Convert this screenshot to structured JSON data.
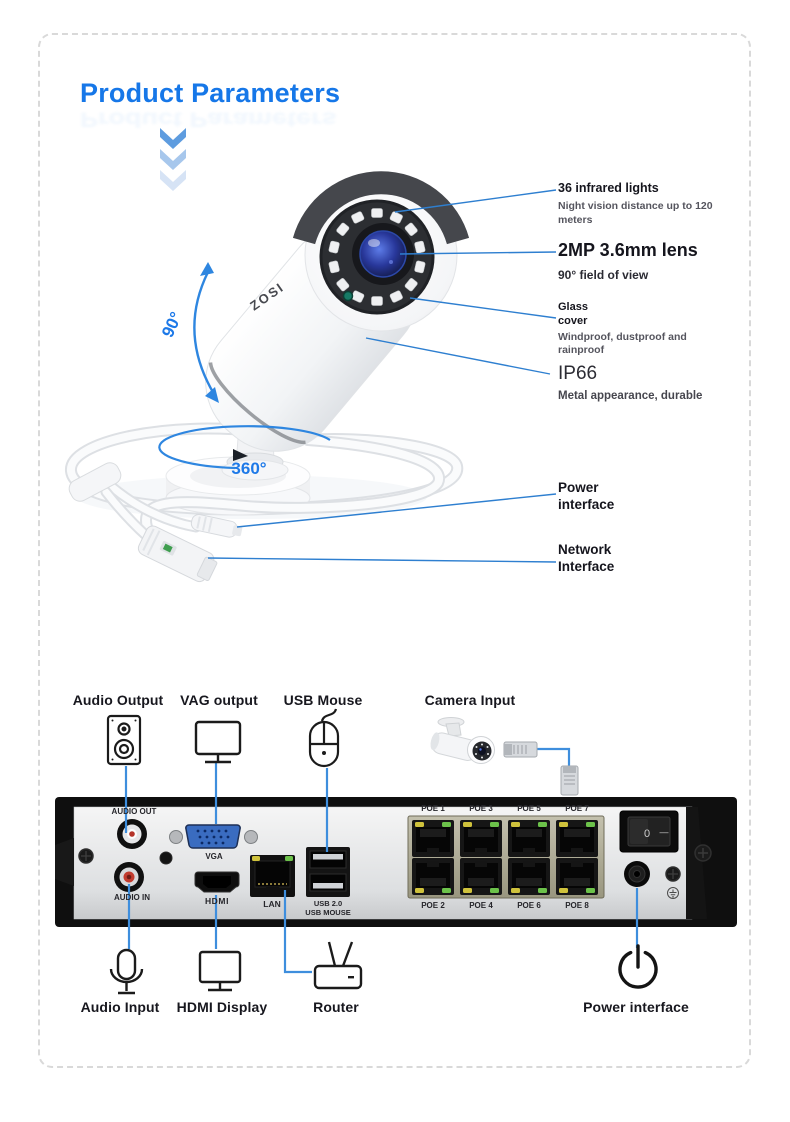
{
  "title": "Product Parameters",
  "camera": {
    "brand": "ZOSI",
    "tilt_angle": "90°",
    "pan_angle": "360°",
    "callouts": {
      "ir": {
        "title": "36 infrared lights",
        "desc": "Night vision distance up to 120 meters"
      },
      "lens": {
        "title": "2MP 3.6mm lens",
        "desc": "90°  field of view"
      },
      "glass": {
        "title": "Glass cover",
        "desc": "Windproof, dustproof and rainproof"
      },
      "ip66": {
        "title": "IP66",
        "desc": "Metal appearance, durable"
      },
      "power": {
        "title": "Power interface"
      },
      "network": {
        "title": "Network Interface"
      }
    }
  },
  "nvr": {
    "top_labels": {
      "audio_output": "Audio Output",
      "vag_output": "VAG output",
      "usb_mouse": "USB Mouse",
      "camera_input": "Camera Input"
    },
    "bottom_labels": {
      "audio_input": "Audio Input",
      "hdmi_display": "HDMI Display",
      "router": "Router",
      "power_interface": "Power interface"
    },
    "panel": {
      "audio_out": "AUDIO OUT",
      "audio_in": "AUDIO IN",
      "vga": "VGA",
      "hdmi": "HDMI",
      "lan": "LAN",
      "usb_line1": "USB 2.0",
      "usb_line2": "USB MOUSE",
      "poe_top": [
        "POE 1",
        "POE 3",
        "POE 5",
        "POE 7"
      ],
      "poe_bottom": [
        "POE 2",
        "POE 4",
        "POE 6",
        "POE 8"
      ],
      "switch_on": "0",
      "switch_off": "—"
    }
  },
  "colors": {
    "accent_blue": "#1677e8",
    "line_blue": "#2e7fd0",
    "text_dark": "#17171e",
    "text_gray": "#55555e"
  }
}
